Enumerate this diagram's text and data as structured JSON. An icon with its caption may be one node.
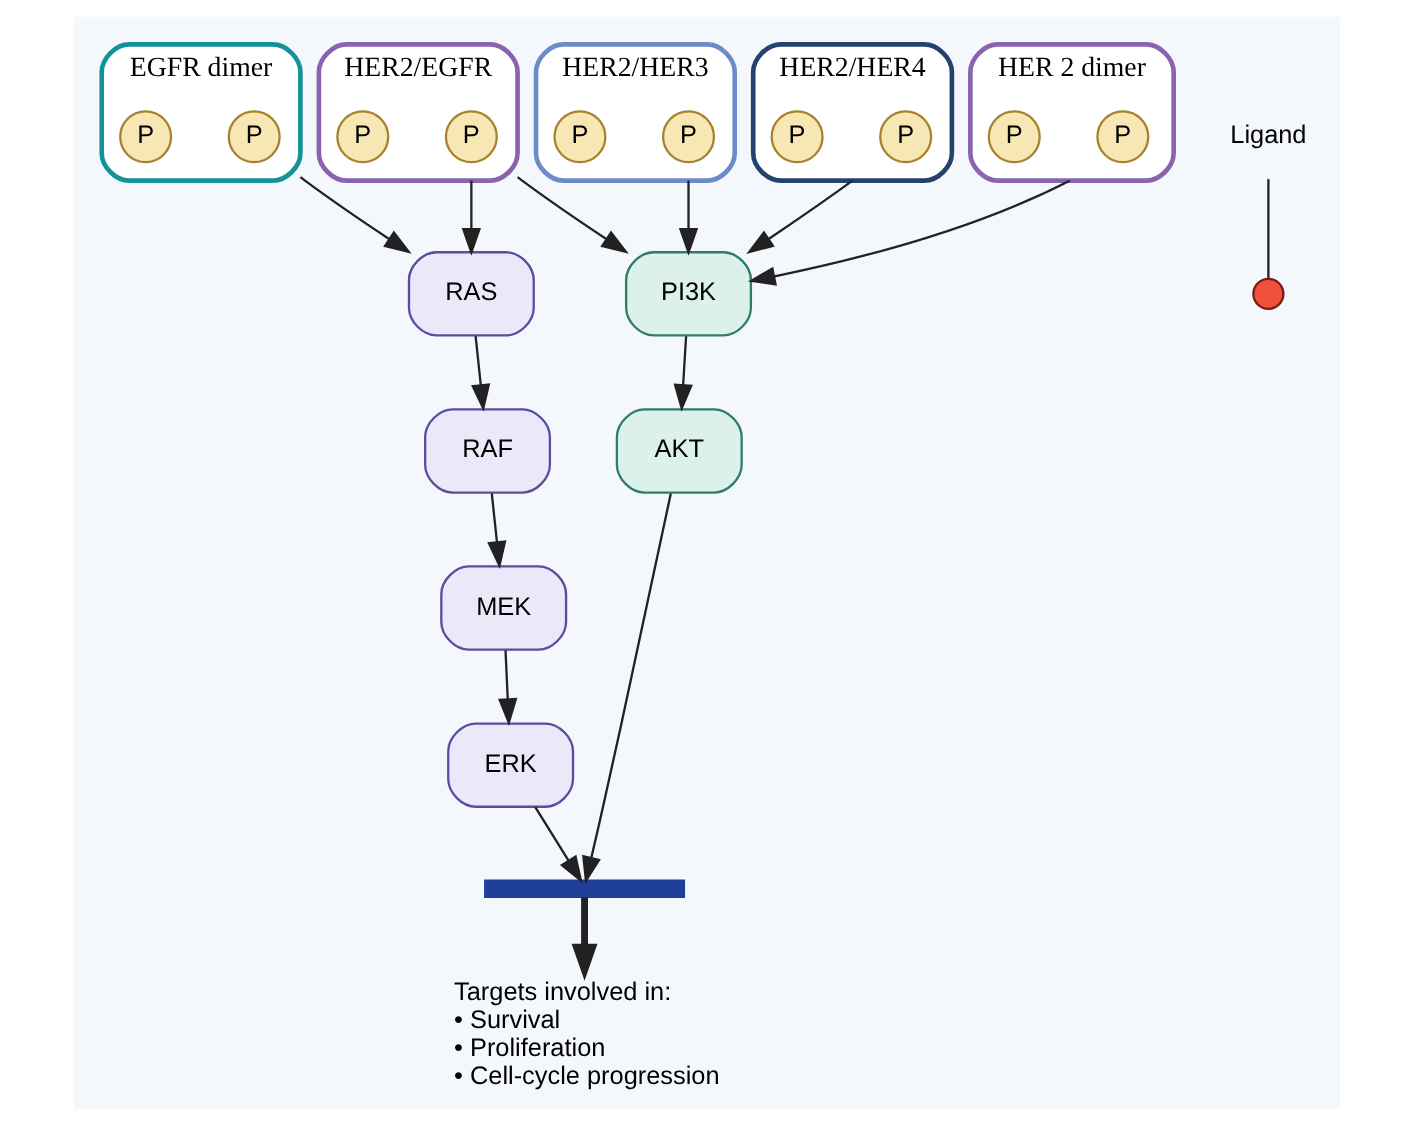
{
  "diagram": {
    "nodes": [
      {
        "text": [
          "EGFR dimer"
        ]
      },
      {
        "text": [
          "P"
        ],
        "in": 0
      },
      {
        "text": [
          "P"
        ],
        "in": 0
      },
      {
        "text": [
          "HER2/EGFR"
        ]
      },
      {
        "text": [
          "P"
        ],
        "in": 3
      },
      {
        "text": [
          "P"
        ],
        "in": 3
      },
      {
        "text": [
          "HER2/HER3"
        ]
      },
      {
        "text": [
          "P"
        ],
        "in": 6
      },
      {
        "text": [
          "P"
        ],
        "in": 6
      },
      {
        "text": [
          "HER2/HER4"
        ]
      },
      {
        "text": [
          "P"
        ],
        "in": 9
      },
      {
        "text": [
          "P"
        ],
        "in": 9
      },
      {
        "text": [
          "HER 2 dimer"
        ]
      },
      {
        "text": [
          "P"
        ],
        "in": 12
      },
      {
        "text": [
          "P"
        ],
        "in": 12
      },
      {
        "text": [
          "Ligand"
        ]
      },
      {
        "text": [],
        "shape": "circle"
      },
      {
        "text": [
          "RAS"
        ]
      },
      {
        "text": [
          "RAF"
        ]
      },
      {
        "text": [
          "MEK"
        ]
      },
      {
        "text": [
          "ERK"
        ]
      },
      {
        "text": [
          "PI3K"
        ]
      },
      {
        "text": [
          "AKT"
        ]
      },
      {
        "text": [],
        "shape": "bar"
      },
      {
        "text": [
          "Targets involved in:",
          "• Survival",
          "• Proliferation",
          "• Cell-cycle progression"
        ]
      }
    ],
    "edges": [
      {
        "from": 0,
        "to": 17,
        "arrow": "to"
      },
      {
        "from": 3,
        "to": 17,
        "arrow": "to"
      },
      {
        "from": 3,
        "to": 21,
        "arrow": "to"
      },
      {
        "from": 6,
        "to": 21,
        "arrow": "to"
      },
      {
        "from": 9,
        "to": 21,
        "arrow": "to"
      },
      {
        "from": 12,
        "to": 21,
        "arrow": "to"
      },
      {
        "from": 17,
        "to": 18,
        "arrow": "to"
      },
      {
        "from": 18,
        "to": 19,
        "arrow": "to"
      },
      {
        "from": 19,
        "to": 20,
        "arrow": "to"
      },
      {
        "from": 20,
        "to": 23,
        "arrow": "to"
      },
      {
        "from": 21,
        "to": 22,
        "arrow": "to"
      },
      {
        "from": 22,
        "to": 23,
        "arrow": "to"
      },
      {
        "from": 23,
        "to": 24,
        "arrow": "to",
        "style": "thick"
      },
      {
        "from": 15,
        "to": 16,
        "arrow": "none"
      }
    ]
  }
}
